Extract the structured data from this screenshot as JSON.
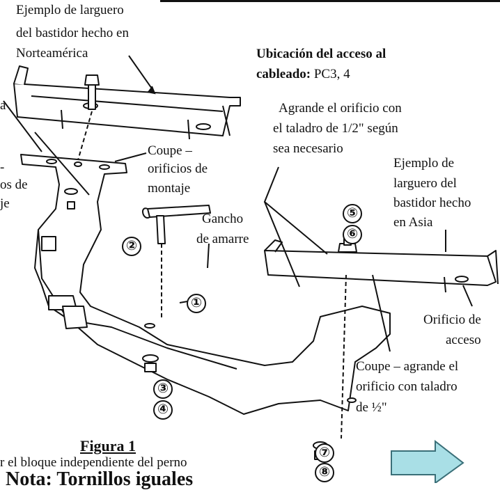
{
  "labels": {
    "na_rail": [
      "Ejemplo de larguero",
      "del bastidor hecho en",
      "Norteamérica"
    ],
    "wiring_title": "Ubicación del acceso al",
    "wiring_bold": "cableado:",
    "wiring_value": "PC3, 4",
    "left_partial_1": "a",
    "left_partial_2": "-",
    "left_partial_3": "os de",
    "left_partial_4": "je",
    "coupe_mount": [
      "Coupe –",
      "orificios de",
      "montaje"
    ],
    "enlarge_drill": [
      "Agrande el orificio con",
      "el taladro de 1/2\" según",
      "sea necesario"
    ],
    "asia_rail": [
      "Ejemplo de",
      "larguero del",
      "bastidor hecho",
      "en Asia"
    ],
    "tow_hook": [
      "Gancho",
      "de amarre"
    ],
    "access_hole": [
      "Orificio de",
      "acceso"
    ],
    "coupe_enlarge": [
      "Coupe – agrande el",
      "orificio con taladro",
      "de ½\""
    ],
    "figure": "Figura 1",
    "bottom_partial": "r el bloque independiente del perno",
    "note": "Nota: Tornillos iguales"
  },
  "callouts": {
    "n1": "①",
    "n2": "②",
    "n3": "③",
    "n4": "④",
    "n5": "⑤",
    "n6": "⑥",
    "n7": "⑦",
    "n8": "⑧"
  },
  "colors": {
    "arrow_fill": "#a9dfe6",
    "arrow_stroke": "#3a6f78",
    "line": "#111111"
  }
}
